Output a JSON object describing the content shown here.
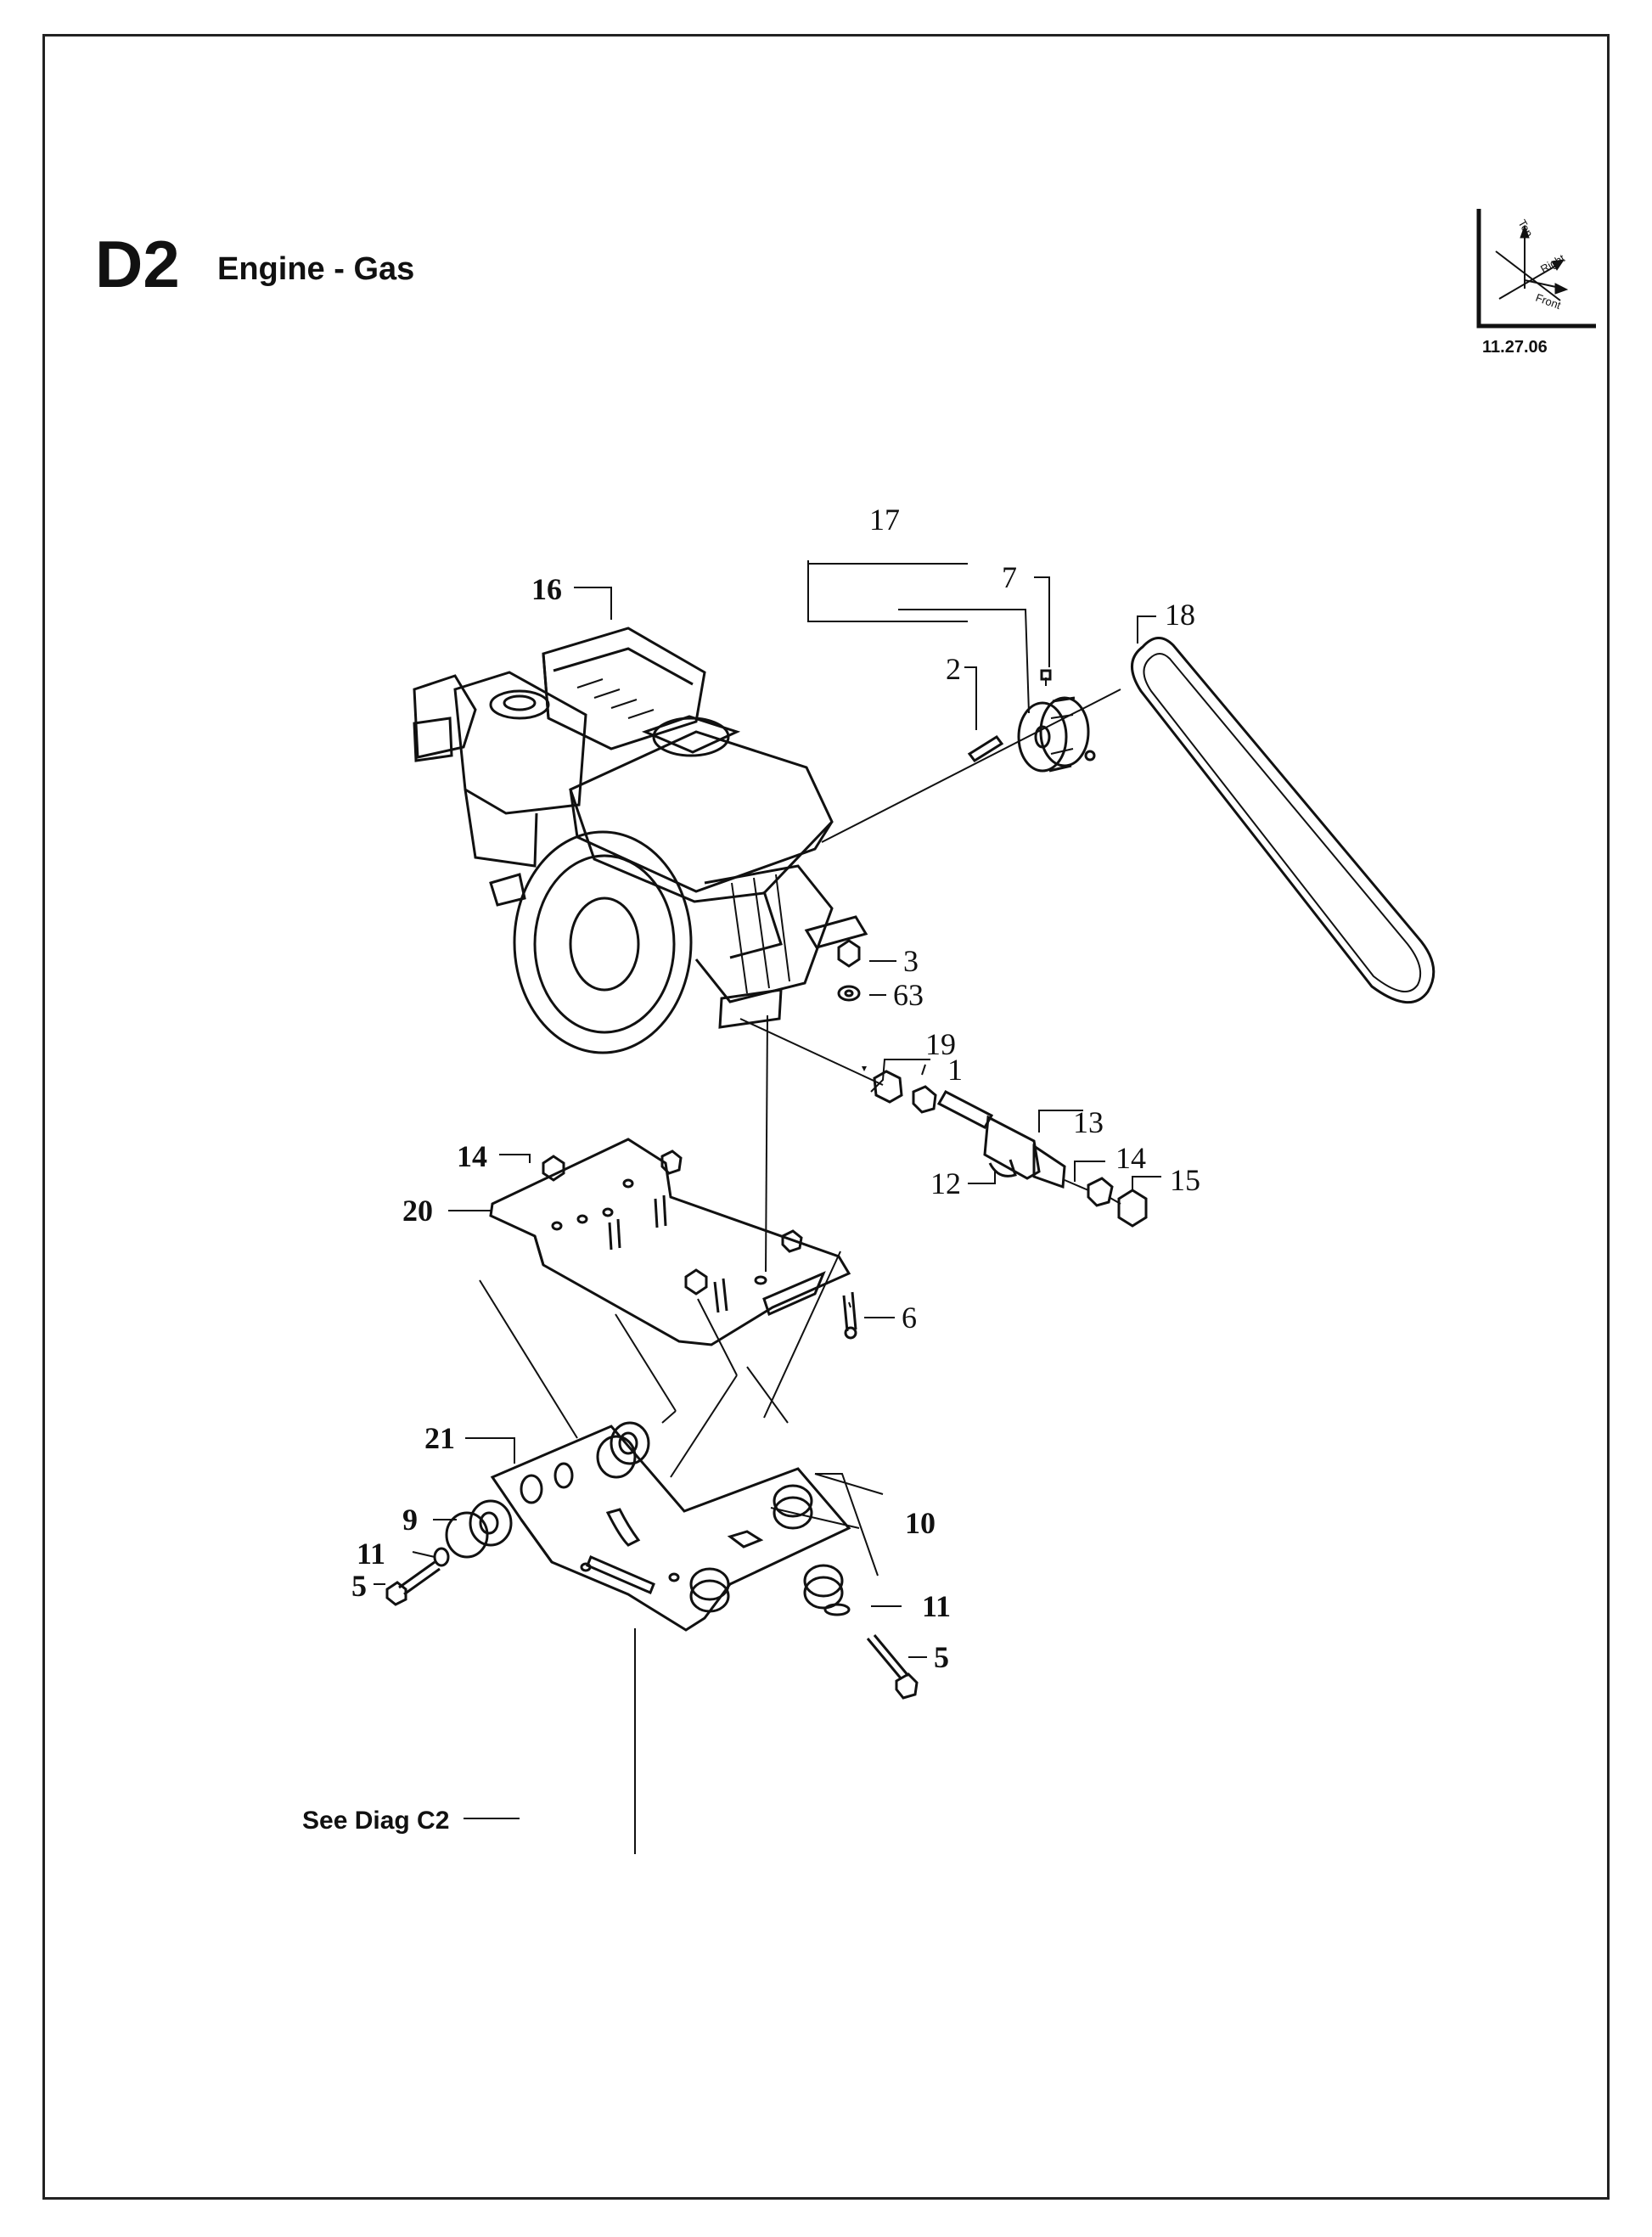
{
  "section": {
    "code": "D2",
    "title": "Engine - Gas"
  },
  "orientation": {
    "top_label": "Top",
    "right_label": "Right",
    "front_label": "Front",
    "date": "11.27.06"
  },
  "reference": {
    "text": "See Diag C2"
  },
  "callouts": [
    {
      "id": "c16",
      "text": "16",
      "bold": true
    },
    {
      "id": "c17",
      "text": "17",
      "bold": false
    },
    {
      "id": "c7",
      "text": "7",
      "bold": false
    },
    {
      "id": "c18",
      "text": "18",
      "bold": false
    },
    {
      "id": "c2",
      "text": "2",
      "bold": false
    },
    {
      "id": "c3",
      "text": "3",
      "bold": false
    },
    {
      "id": "c63",
      "text": "63",
      "bold": false
    },
    {
      "id": "c19",
      "text": "19",
      "bold": false
    },
    {
      "id": "c1",
      "text": "1",
      "bold": false
    },
    {
      "id": "c13",
      "text": "13",
      "bold": false
    },
    {
      "id": "c14a",
      "text": "14",
      "bold": true
    },
    {
      "id": "c14b",
      "text": "14",
      "bold": false
    },
    {
      "id": "c12",
      "text": "12",
      "bold": false
    },
    {
      "id": "c15",
      "text": "15",
      "bold": false
    },
    {
      "id": "c20",
      "text": "20",
      "bold": true
    },
    {
      "id": "c6",
      "text": "6",
      "bold": false
    },
    {
      "id": "c21",
      "text": "21",
      "bold": true
    },
    {
      "id": "c9",
      "text": "9",
      "bold": true
    },
    {
      "id": "c10",
      "text": "10",
      "bold": true
    },
    {
      "id": "c11a",
      "text": "11",
      "bold": true
    },
    {
      "id": "c11b",
      "text": "11",
      "bold": true
    },
    {
      "id": "c5a",
      "text": "5",
      "bold": true
    },
    {
      "id": "c5b",
      "text": "5",
      "bold": true
    }
  ]
}
